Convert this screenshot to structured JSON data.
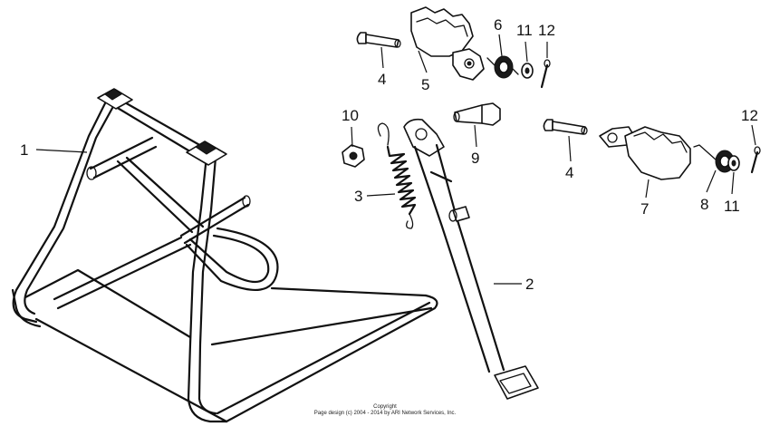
{
  "callouts": {
    "c1": "1",
    "c2": "2",
    "c3": "3",
    "c4a": "4",
    "c4b": "4",
    "c5": "5",
    "c6": "6",
    "c7": "7",
    "c8": "8",
    "c9": "9",
    "c10": "10",
    "c11a": "11",
    "c11b": "11",
    "c12a": "12",
    "c12b": "12"
  },
  "copyright": {
    "line1": "Copyright",
    "line2": "Page design (c) 2004 - 2014 by ARI Network Services, Inc."
  }
}
